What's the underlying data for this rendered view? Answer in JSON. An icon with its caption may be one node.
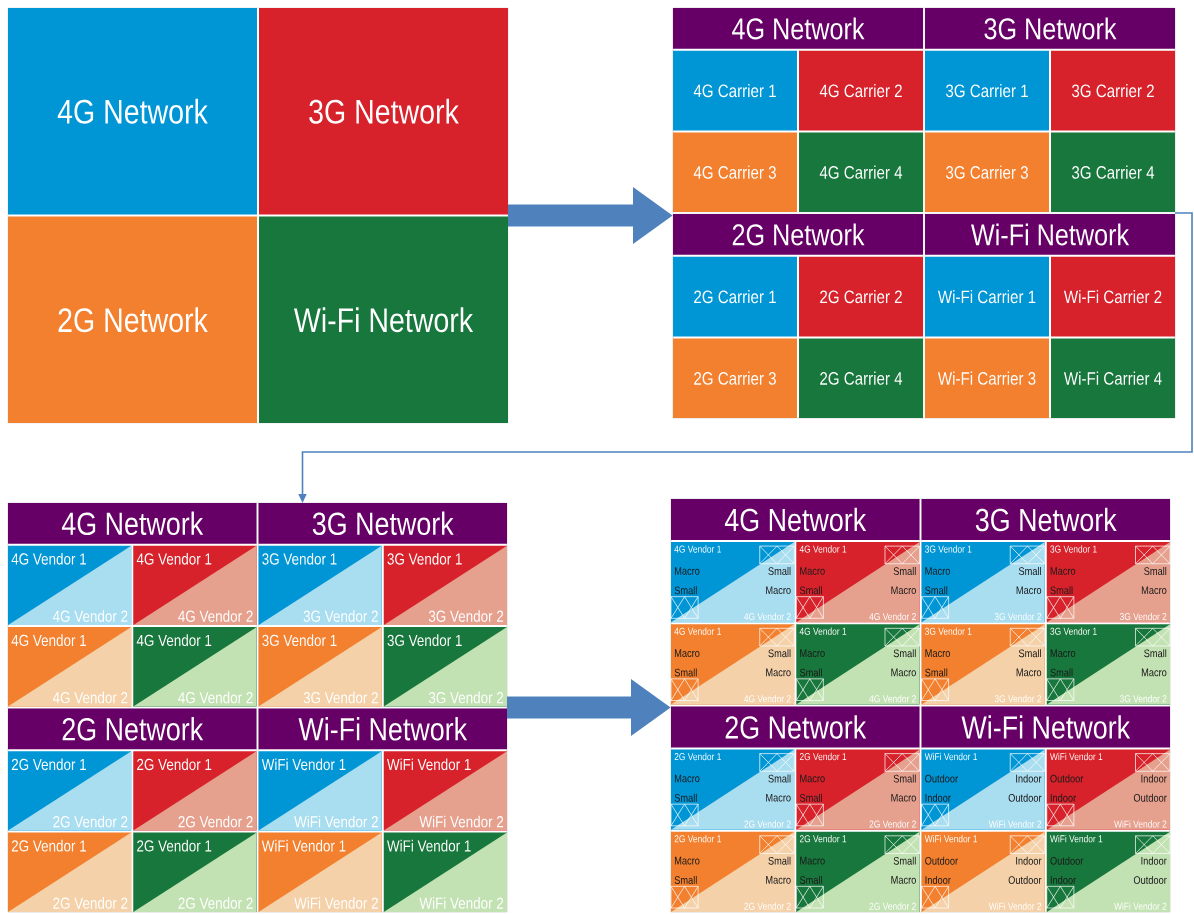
{
  "diagram": {
    "nodes": [
      {
        "text": [],
        "shape": "box"
      },
      {
        "text": [
          "4G Network"
        ],
        "in": 0
      },
      {
        "text": [
          "3G Network"
        ],
        "in": 0
      },
      {
        "text": [
          "2G Network"
        ],
        "in": 0
      },
      {
        "text": [
          "Wi-Fi Network"
        ],
        "in": 0
      },
      {
        "text": [],
        "shape": "box"
      },
      {
        "text": [
          "4G Network"
        ],
        "in": 5
      },
      {
        "text": [
          "4G Carrier 1"
        ],
        "in": 6
      },
      {
        "text": [
          "4G Carrier 2"
        ],
        "in": 6
      },
      {
        "text": [
          "4G Carrier 3"
        ],
        "in": 6
      },
      {
        "text": [
          "4G Carrier 4"
        ],
        "in": 6
      },
      {
        "text": [
          "3G Network"
        ],
        "in": 5
      },
      {
        "text": [
          "3G Carrier 1"
        ],
        "in": 11
      },
      {
        "text": [
          "3G Carrier 2"
        ],
        "in": 11
      },
      {
        "text": [
          "3G Carrier 3"
        ],
        "in": 11
      },
      {
        "text": [
          "3G Carrier 4"
        ],
        "in": 11
      },
      {
        "text": [
          "2G Network"
        ],
        "in": 5
      },
      {
        "text": [
          "2G Carrier 1"
        ],
        "in": 16
      },
      {
        "text": [
          "2G Carrier 2"
        ],
        "in": 16
      },
      {
        "text": [
          "2G Carrier 3"
        ],
        "in": 16
      },
      {
        "text": [
          "2G Carrier 4"
        ],
        "in": 16
      },
      {
        "text": [
          "Wi-Fi Network"
        ],
        "in": 5
      },
      {
        "text": [
          "Wi-Fi Carrier 1"
        ],
        "in": 21
      },
      {
        "text": [
          "Wi-Fi Carrier 2"
        ],
        "in": 21
      },
      {
        "text": [
          "Wi-Fi Carrier 3"
        ],
        "in": 21
      },
      {
        "text": [
          "Wi-Fi Carrier 4"
        ],
        "in": 21
      },
      {
        "text": [],
        "shape": "box"
      },
      {
        "text": [
          "4G Network"
        ],
        "in": 26
      },
      {
        "text": [
          "4G Vendor 1",
          "4G Vendor 2"
        ],
        "in": 27
      },
      {
        "text": [
          "4G Vendor 1",
          "4G Vendor 2"
        ],
        "in": 27
      },
      {
        "text": [
          "4G Vendor 1",
          "4G Vendor 2"
        ],
        "in": 27
      },
      {
        "text": [
          "4G Vendor 1",
          "4G Vendor 2"
        ],
        "in": 27
      },
      {
        "text": [
          "3G Network"
        ],
        "in": 26
      },
      {
        "text": [
          "3G Vendor 1",
          "3G Vendor 2"
        ],
        "in": 32
      },
      {
        "text": [
          "3G Vendor 1",
          "3G Vendor 2"
        ],
        "in": 32
      },
      {
        "text": [
          "3G Vendor 1",
          "3G Vendor 2"
        ],
        "in": 32
      },
      {
        "text": [
          "3G Vendor 1",
          "3G Vendor 2"
        ],
        "in": 32
      },
      {
        "text": [
          "2G Network"
        ],
        "in": 26
      },
      {
        "text": [
          "2G Vendor 1",
          "2G Vendor 2"
        ],
        "in": 37
      },
      {
        "text": [
          "2G Vendor 1",
          "2G Vendor 2"
        ],
        "in": 37
      },
      {
        "text": [
          "2G Vendor 1",
          "2G Vendor 2"
        ],
        "in": 37
      },
      {
        "text": [
          "2G Vendor 1",
          "2G Vendor 2"
        ],
        "in": 37
      },
      {
        "text": [
          "Wi-Fi Network"
        ],
        "in": 26
      },
      {
        "text": [
          "WiFi Vendor 1",
          "WiFi Vendor 2"
        ],
        "in": 42
      },
      {
        "text": [
          "WiFi Vendor 1",
          "WiFi Vendor 2"
        ],
        "in": 42
      },
      {
        "text": [
          "WiFi Vendor 1",
          "WiFi Vendor 2"
        ],
        "in": 42
      },
      {
        "text": [
          "WiFi Vendor 1",
          "WiFi Vendor 2"
        ],
        "in": 42
      },
      {
        "text": [],
        "shape": "box"
      },
      {
        "text": [
          "4G Network"
        ],
        "in": 47
      },
      {
        "text": [
          "4G Vendor 1",
          "Macro",
          "Small",
          "Small",
          "Macro",
          "4G Vendor 2"
        ],
        "in": 48
      },
      {
        "text": [
          "4G Vendor 1",
          "Macro",
          "Small",
          "Small",
          "Macro",
          "4G Vendor 2"
        ],
        "in": 48
      },
      {
        "text": [
          "4G Vendor 1",
          "Macro",
          "Small",
          "Small",
          "Macro",
          "4G Vendor 2"
        ],
        "in": 48
      },
      {
        "text": [
          "4G Vendor 1",
          "Macro",
          "Small",
          "Small",
          "Macro",
          "4G Vendor 2"
        ],
        "in": 48
      },
      {
        "text": [
          "3G Network"
        ],
        "in": 47
      },
      {
        "text": [
          "3G Vendor 1",
          "Macro",
          "Small",
          "Small",
          "Macro",
          "3G Vendor 2"
        ],
        "in": 53
      },
      {
        "text": [
          "3G Vendor 1",
          "Macro",
          "Small",
          "Small",
          "Macro",
          "3G Vendor 2"
        ],
        "in": 53
      },
      {
        "text": [
          "3G Vendor 1",
          "Macro",
          "Small",
          "Small",
          "Macro",
          "3G Vendor 2"
        ],
        "in": 53
      },
      {
        "text": [
          "3G Vendor 1",
          "Macro",
          "Small",
          "Small",
          "Macro",
          "3G Vendor 2"
        ],
        "in": 53
      },
      {
        "text": [
          "2G Network"
        ],
        "in": 47
      },
      {
        "text": [
          "2G Vendor 1",
          "Macro",
          "Small",
          "Small",
          "Macro",
          "2G Vendor 2"
        ],
        "in": 58
      },
      {
        "text": [
          "2G Vendor 1",
          "Macro",
          "Small",
          "Small",
          "Macro",
          "2G Vendor 2"
        ],
        "in": 58
      },
      {
        "text": [
          "2G Vendor 1",
          "Macro",
          "Small",
          "Small",
          "Macro",
          "2G Vendor 2"
        ],
        "in": 58
      },
      {
        "text": [
          "2G Vendor 1",
          "Macro",
          "Small",
          "Small",
          "Macro",
          "2G Vendor 2"
        ],
        "in": 58
      },
      {
        "text": [
          "Wi-Fi Network"
        ],
        "in": 47
      },
      {
        "text": [
          "WiFi Vendor 1",
          "Outdoor",
          "Indoor",
          "Indoor",
          "Outdoor",
          "WiFi Vendor 2"
        ],
        "in": 63
      },
      {
        "text": [
          "WiFi Vendor 1",
          "Outdoor",
          "Indoor",
          "Indoor",
          "Outdoor",
          "WiFi Vendor 2"
        ],
        "in": 63
      },
      {
        "text": [
          "WiFi Vendor 1",
          "Outdoor",
          "Indoor",
          "Indoor",
          "Outdoor",
          "WiFi Vendor 2"
        ],
        "in": 63
      },
      {
        "text": [
          "WiFi Vendor 1",
          "Outdoor",
          "Indoor",
          "Indoor",
          "Outdoor",
          "WiFi Vendor 2"
        ],
        "in": 63
      }
    ],
    "edges": [
      {
        "from": 0,
        "to": 5,
        "arrow": "to"
      },
      {
        "from": 5,
        "to": 26,
        "arrow": "to"
      },
      {
        "from": 26,
        "to": 47,
        "arrow": "to"
      }
    ]
  }
}
